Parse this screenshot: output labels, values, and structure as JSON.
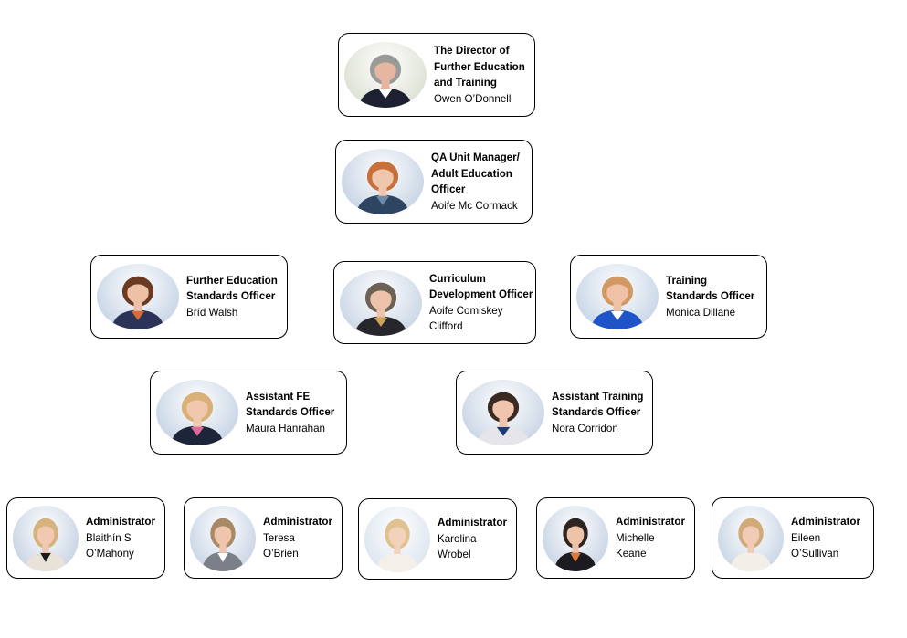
{
  "chart": {
    "director": {
      "title_lines": [
        "The Director of",
        "Further Education",
        "and Training"
      ],
      "name_lines": [
        "Owen O’Donnell"
      ],
      "photo": {
        "bg": "#dfe3d6",
        "hair": "#9a9a96",
        "skin": "#e7b6a0",
        "clothing": "#1c2030",
        "accent": "#ffffff"
      }
    },
    "qa_manager": {
      "title_lines": [
        "QA Unit Manager/",
        "Adult Education",
        "Officer"
      ],
      "name_lines": [
        "Aoife Mc Cormack"
      ],
      "photo": {
        "bg": "#cad6e6",
        "hair": "#c7703a",
        "skin": "#f0c7ae",
        "clothing": "#2d4560",
        "accent": "#6e8aa8"
      }
    },
    "fe_officer": {
      "title_lines": [
        "Further Education",
        "Standards Officer"
      ],
      "name_lines": [
        "Bríd Walsh"
      ],
      "photo": {
        "bg": "#cbd7e7",
        "hair": "#6a3a22",
        "skin": "#eec0a6",
        "clothing": "#2c3358",
        "accent": "#d86a3a"
      }
    },
    "curriculum_officer": {
      "title_lines": [
        "Curriculum",
        "Development Officer"
      ],
      "name_lines": [
        "Aoife Comiskey",
        "Clifford"
      ],
      "photo": {
        "bg": "#cdd8e7",
        "hair": "#6d6256",
        "skin": "#ecc3aa",
        "clothing": "#26262c",
        "accent": "#c9a45a"
      }
    },
    "training_officer": {
      "title_lines": [
        "Training",
        "Standards Officer"
      ],
      "name_lines": [
        "Monica Dillane"
      ],
      "photo": {
        "bg": "#cbd8e8",
        "hair": "#d29a62",
        "skin": "#efc2a6",
        "clothing": "#1f54c8",
        "accent": "#ffffff"
      }
    },
    "assistant_fe": {
      "title_lines": [
        "Assistant FE",
        "Standards Officer"
      ],
      "name_lines": [
        "Maura Hanrahan"
      ],
      "photo": {
        "bg": "#cbd7e7",
        "hair": "#d8b078",
        "skin": "#f0c8ae",
        "clothing": "#1d2538",
        "accent": "#e06aa0"
      }
    },
    "assistant_training": {
      "title_lines": [
        "Assistant Training",
        "Standards Officer"
      ],
      "name_lines": [
        "Nora Corridon"
      ],
      "photo": {
        "bg": "#cdd8e6",
        "hair": "#3a2a22",
        "skin": "#efc6ad",
        "clothing": "#e6e6ea",
        "accent": "#1e3a7a"
      }
    },
    "admins": [
      {
        "title_lines": [
          "Administrator"
        ],
        "name_lines": [
          "Blaithín S",
          "O’Mahony"
        ],
        "photo": {
          "bg": "#cbd6e5",
          "hair": "#d6b27e",
          "skin": "#f0c9b0",
          "clothing": "#e9e2d8",
          "accent": "#1a1a1a"
        }
      },
      {
        "title_lines": [
          "Administrator"
        ],
        "name_lines": [
          "Teresa",
          "O’Brien"
        ],
        "photo": {
          "bg": "#ccd8e7",
          "hair": "#a88a66",
          "skin": "#efc6ac",
          "clothing": "#7a7f88",
          "accent": "#ffffff"
        }
      },
      {
        "title_lines": [
          "Administrator"
        ],
        "name_lines": [
          "Karolina",
          "Wrobel"
        ],
        "photo": {
          "bg": "#dfe7f0",
          "hair": "#e0c190",
          "skin": "#f3d2bc",
          "clothing": "#f4efe8",
          "accent": "#f4efe8"
        }
      },
      {
        "title_lines": [
          "Administrator"
        ],
        "name_lines": [
          "Michelle",
          "Keane"
        ],
        "photo": {
          "bg": "#ccd7e6",
          "hair": "#2e2420",
          "skin": "#eec3a8",
          "clothing": "#1c1c20",
          "accent": "#e07a3a"
        }
      },
      {
        "title_lines": [
          "Administrator"
        ],
        "name_lines": [
          "Eileen",
          "O’Sullivan"
        ],
        "photo": {
          "bg": "#ccd8e7",
          "hair": "#d2aa78",
          "skin": "#f1cbb3",
          "clothing": "#f2eee8",
          "accent": "#f2eee8"
        }
      }
    ]
  }
}
